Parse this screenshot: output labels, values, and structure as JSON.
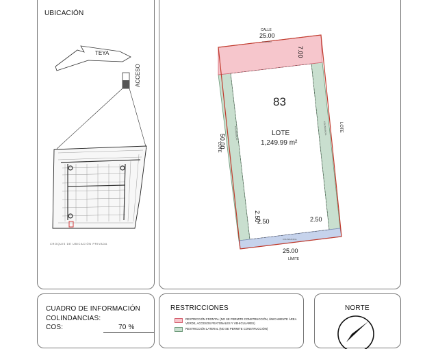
{
  "location_panel": {
    "title": "UBICACIÓN",
    "teya_label": "TEYA",
    "acceso_label": "ACCESO",
    "caption": "CROQUIS DE UBICACIÓN PRIVADA"
  },
  "plot_panel": {
    "lot_number": "83",
    "lot_label": "LOTE",
    "lot_area": "1,249.99 m²",
    "top_street_label": "CALLE",
    "top_width": "25.00",
    "top_small_text": "VIALIDAD",
    "front_setback": "7.00",
    "side_length": "50.00",
    "side_label_left": "LOTE",
    "side_label_right": "LOTE",
    "side_small_left": "COLINDANCIA",
    "side_small_right": "COLINDANCIA",
    "left_setback": "2.50",
    "left_setback_overlap": "2.50",
    "right_setback": "2.50",
    "bottom_width": "25.00",
    "bottom_label": "LÍMITE",
    "bottom_small_text": "COLINDANCIA",
    "colors": {
      "front_fill": "#f6c6cc",
      "front_stroke": "#d4606f",
      "side_fill": "#c9dfcf",
      "side_stroke": "#6f9a7b",
      "rear_fill": "#c6d3ec",
      "rear_stroke": "#7d8fb8"
    }
  },
  "info_panel": {
    "title": "CUADRO DE INFORMACIÓN",
    "colindancias_label": "COLINDANCIAS:",
    "cos_label": "COS:",
    "cos_value": "70 %"
  },
  "restrictions_panel": {
    "title": "RESTRICCIONES",
    "items": [
      {
        "text": "RESTRICCIÓN FRONTAL (NO SE PERMITE CONSTRUCCIÓN, ÚNICAMENTE ÁREA VERDE, ACCESOS PEATONALES Y VEHICULARES)"
      },
      {
        "text": "RESTRICCIÓN LATERAL (NO SE PERMITE CONSTRUCCIÓN)"
      }
    ]
  },
  "north_panel": {
    "title": "NORTE"
  }
}
